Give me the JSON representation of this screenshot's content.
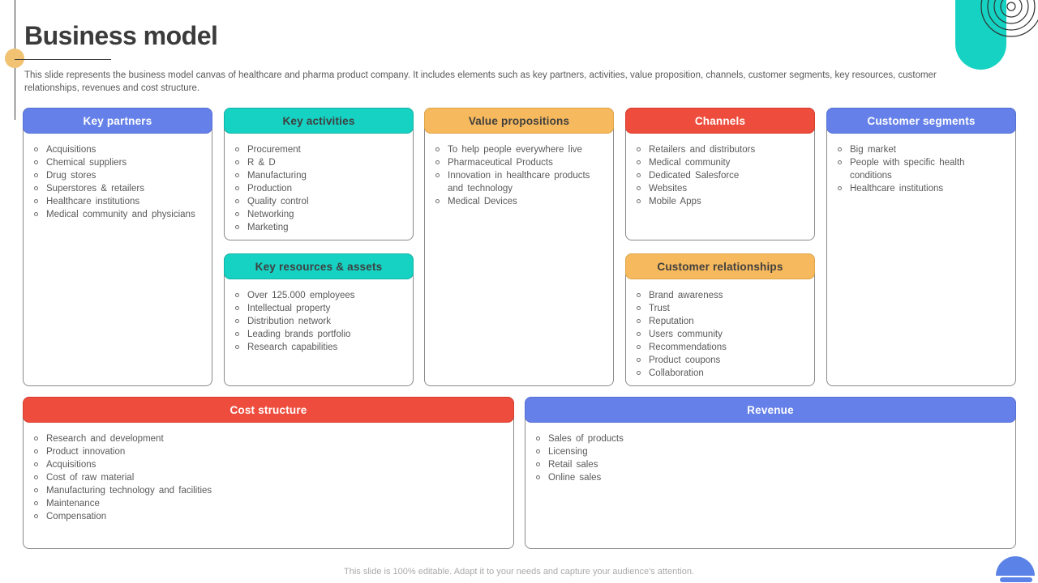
{
  "slide": {
    "title": "Business model",
    "description": "This slide represents the business model canvas of healthcare and pharma product company. It includes elements such as key partners, activities, value proposition, channels, customer segments, key resources, customer relationships, revenues and cost structure.",
    "footer": "This slide is 100% editable.  Adapt it to your needs and capture your audience's attention."
  },
  "colors": {
    "blue": "#6580e8",
    "teal": "#16d2c3",
    "orange": "#f6b95d",
    "red": "#ee4c3c",
    "accent_circle": "#f0c271",
    "body_text": "#595959",
    "title_text": "#3b3b3b",
    "footer_text": "#a9a9a9"
  },
  "decorations": [
    "accent-dot-circle",
    "teal-pill-shape",
    "concentric-rings",
    "blue-dome",
    "blue-bar"
  ],
  "boxes": {
    "key_partners": {
      "title": "Key partners",
      "header_color": "#6580e8",
      "items": [
        "Acquisitions",
        "Chemical suppliers",
        "Drug stores",
        "Superstores & retailers",
        "Healthcare institutions",
        "Medical community and physicians"
      ]
    },
    "key_activities": {
      "title": "Key activities",
      "header_color": "#16d2c3",
      "items": [
        "Procurement",
        "R & D",
        "Manufacturing",
        "Production",
        "Quality control",
        "Networking",
        "Marketing"
      ]
    },
    "key_resources": {
      "title": "Key resources & assets",
      "header_color": "#16d2c3",
      "items": [
        "Over 125.000 employees",
        "Intellectual property",
        "Distribution network",
        "Leading brands portfolio",
        "Research capabilities"
      ]
    },
    "value_propositions": {
      "title": "Value propositions",
      "header_color": "#f6b95d",
      "items": [
        "To help people everywhere live",
        "Pharmaceutical Products",
        "Innovation in healthcare products and technology",
        "Medical Devices"
      ]
    },
    "channels": {
      "title": "Channels",
      "header_color": "#ee4c3c",
      "items": [
        "Retailers and distributors",
        "Medical community",
        "Dedicated Salesforce",
        "Websites",
        "Mobile Apps"
      ]
    },
    "customer_relationships": {
      "title": "Customer relationships",
      "header_color": "#f6b95d",
      "items": [
        "Brand awareness",
        "Trust",
        "Reputation",
        "Users community",
        "Recommendations",
        "Product coupons",
        "Collaboration"
      ]
    },
    "customer_segments": {
      "title": "Customer segments",
      "header_color": "#6580e8",
      "items": [
        "Big market",
        "People with specific health conditions",
        "Healthcare institutions"
      ]
    },
    "cost_structure": {
      "title": "Cost structure",
      "header_color": "#ee4c3c",
      "items": [
        "Research and development",
        "Product innovation",
        "Acquisitions",
        "Cost of raw material",
        "Manufacturing technology and facilities",
        "Maintenance",
        "Compensation"
      ]
    },
    "revenue": {
      "title": "Revenue",
      "header_color": "#6580e8",
      "items": [
        "Sales of products",
        "Licensing",
        "Retail sales",
        "Online sales"
      ]
    }
  }
}
